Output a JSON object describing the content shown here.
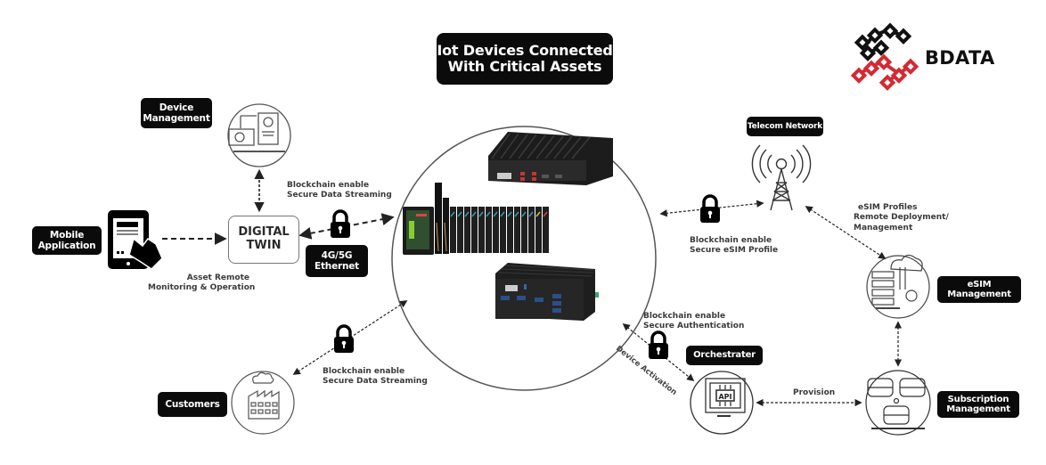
{
  "title": {
    "line1": "Iot Devices Connected",
    "line2": "With Critical Assets"
  },
  "brand": {
    "name": "BDATA",
    "logo_colors": {
      "top": "#111111",
      "bottom": "#d42a33"
    }
  },
  "nodes": {
    "device_management": {
      "line1": "Device",
      "line2": "Management",
      "icon": "dashboard-icon"
    },
    "mobile_application": {
      "line1": "Mobile",
      "line2": "Application",
      "icon": "tablet-touch-icon"
    },
    "digital_twin": {
      "line1": "DIGITAL",
      "line2": "TWIN"
    },
    "customers": {
      "label": "Customers",
      "icon": "factory-icon"
    },
    "telecom_network": {
      "label": "Telecom Network",
      "icon": "cell-tower-icon"
    },
    "esim_management": {
      "line1": "eSIM",
      "line2": "Management",
      "icon": "server-cloud-gear-icon"
    },
    "orchestrator": {
      "label": "Orchestrater",
      "icon": "api-monitor-icon"
    },
    "subscription_management": {
      "line1": "Subscription",
      "line2": "Management",
      "icon": "database-cluster-icon"
    },
    "iot_devices": {
      "icon": "iot-hardware-icon"
    }
  },
  "connection_badge": {
    "line1": "4G/5G",
    "line2": "Ethernet"
  },
  "captions": {
    "twin_streaming": {
      "line1": "Blockchain enable",
      "line2": "Secure Data Streaming"
    },
    "asset_remote": {
      "line1": "Asset Remote",
      "line2": "Monitoring & Operation"
    },
    "customer_streaming": {
      "line1": "Blockchain enable",
      "line2": "Secure Data Streaming"
    },
    "esim_profile": {
      "line1": "Blockchain enable",
      "line2": "Secure eSIM Profile"
    },
    "esim_deployment": {
      "line1": "eSIM Profiles",
      "line2": "Remote Deployment/",
      "line3": "Management"
    },
    "authentication": {
      "line1": "Blockchain enable",
      "line2": "Secure Authentication"
    },
    "device_activation": "Device Activation",
    "provision": "Provision"
  }
}
